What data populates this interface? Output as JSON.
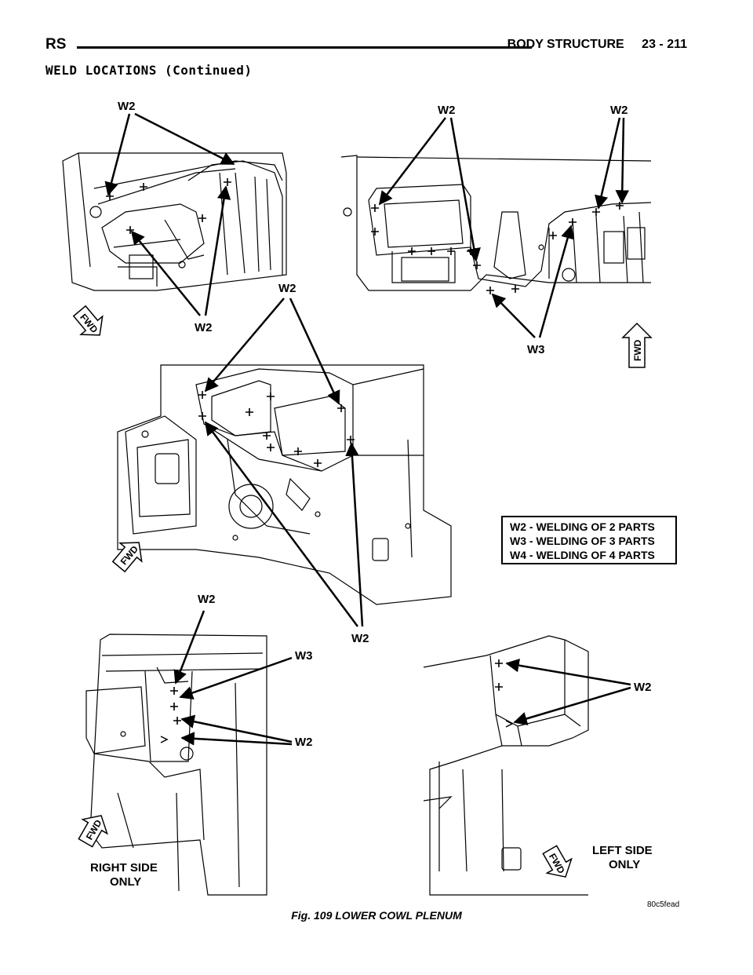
{
  "header": {
    "section": "RS",
    "chapter": "BODY STRUCTURE",
    "page": "23 - 211"
  },
  "subtitle": "WELD LOCATIONS (Continued)",
  "figure": {
    "callouts": {
      "w2": "W2",
      "w3": "W3"
    },
    "fwd": "FWD",
    "legend": [
      "W2 - WELDING OF 2 PARTS",
      "W3 - WELDING OF 3 PARTS",
      "W4 - WELDING OF 4 PARTS"
    ],
    "right_side": [
      "RIGHT SIDE",
      "ONLY"
    ],
    "left_side": [
      "LEFT SIDE",
      "ONLY"
    ],
    "figure_code": "80c5fead"
  },
  "caption": "Fig. 109 LOWER COWL PLENUM"
}
